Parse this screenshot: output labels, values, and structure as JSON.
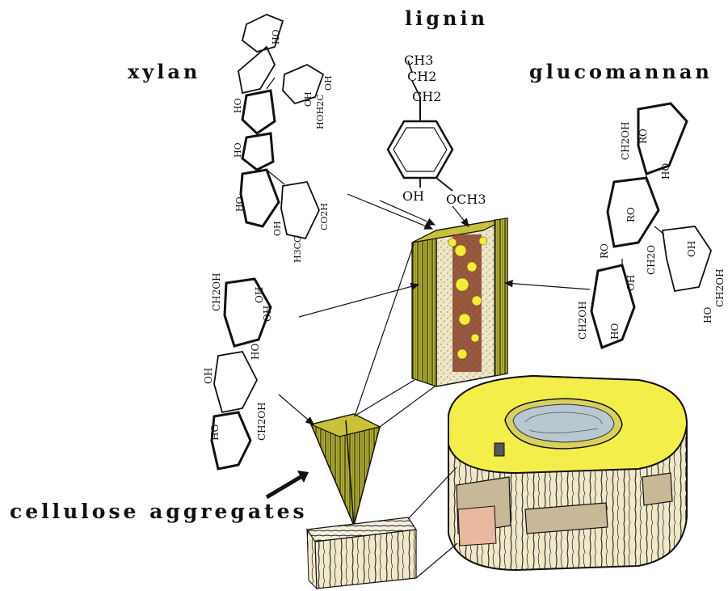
{
  "labels": {
    "lignin": "lignin",
    "xylan": "xylan",
    "glucomannan": "glucomannan",
    "cellulose_aggregates": "cellulose aggregates"
  },
  "lignin_groups": {
    "ch3": "CH3",
    "ch2_a": "CH2",
    "ch2_b": "CH2",
    "oh": "OH",
    "och3": "OCH3"
  },
  "xylan_groups": {
    "oh1": "HO",
    "oh2": "OH",
    "oh3": "OH",
    "oh4": "HOH2C",
    "oh5": "HO",
    "oh6": "HO",
    "co2h": "CO2H",
    "h3co": "H3CO",
    "oh7": "OH",
    "oh8": "HO"
  },
  "glucomannan_groups": {
    "g1": "CH2OH",
    "g2": "RO",
    "g3": "HO",
    "g4": "RO",
    "g5": "CH2O",
    "g6": "RO",
    "g7": "OH",
    "g8": "CH2OH",
    "g9": "HO",
    "g10": "CH2OH",
    "g11": "OH",
    "g12": "HO"
  },
  "cellulose_groups": {
    "c1": "CH2OH",
    "c2": "OH",
    "c3": "HO",
    "c4": "OH",
    "c5": "CH2OH",
    "c6": "HO",
    "c7": "OH"
  },
  "colors": {
    "fiber_green": "#9a9a2a",
    "fiber_dark": "#4a4a10",
    "lignin_yellow": "#f4ec3a",
    "lignin_brown": "#8a2a10",
    "trunk_yellow": "#f3ee4a",
    "bark_fill": "#efe7c8",
    "pith_blue": "#b8c8d0"
  }
}
